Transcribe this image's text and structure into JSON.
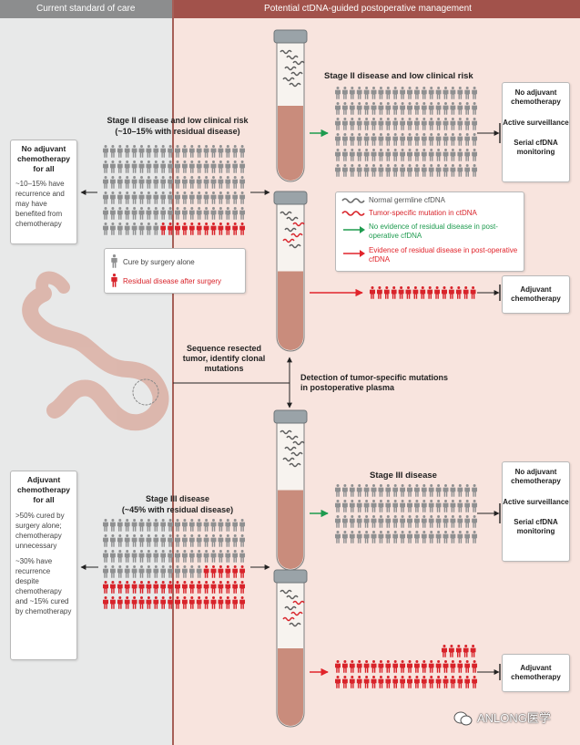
{
  "header": {
    "left": "Current standard of care",
    "right": "Potential ctDNA-guided postoperative management"
  },
  "left": {
    "stage2_title": "Stage II disease and low clinical risk",
    "stage2_sub": "(~10–15% with residual disease)",
    "stage3_title": "Stage III disease",
    "stage3_sub": "(~45% with residual disease)",
    "box1": {
      "title": "No adjuvant chemotherapy for all",
      "body": "~10–15% have recurrence and may have benefited from chemotherapy"
    },
    "box2": {
      "title": "Adjuvant chemotherapy for all",
      "body1": ">50% cured by surgery alone; chemotherapy unnecessary",
      "body2": "~30% have recurrence despite chemotherapy and ~15% cured by chemotherapy"
    },
    "legend": {
      "gray": "Cure by surgery alone",
      "red": "Residual disease after surgery"
    },
    "sequence_label": "Sequence resected tumor, identify clonal mutations"
  },
  "right": {
    "stage2_title": "Stage II disease and low clinical risk",
    "stage3_title": "Stage III disease",
    "detection_label": "Detection of tumor-specific mutations in postoperative plasma",
    "legend": {
      "normal": "Normal germline cfDNA",
      "tumor": "Tumor-specific mutation in ctDNA",
      "no_evidence": "No evidence of residual disease in post-operative cfDNA",
      "evidence": "Evidence of residual disease in post-operative cfDNA"
    },
    "options": {
      "none": "No adjuvant chemotherapy",
      "surveillance": "Active surveillance",
      "serial": "Serial cfDNA monitoring",
      "adjuvant": "Adjuvant chemotherapy"
    }
  },
  "watermark": "ANLONG医学",
  "colors": {
    "gray_person": "#8f9091",
    "red_person": "#d8232a",
    "green_arrow": "#1e9b4f",
    "red_arrow": "#e1242b",
    "left_bg": "#e8e9e9",
    "right_bg": "#f8e4de",
    "left_header": "#8c8d8e",
    "right_header": "#a2524b",
    "plasma": "#c98c7c"
  },
  "icons": [
    "person-icon",
    "blood-tube-icon",
    "colon-icon",
    "arrow-icon",
    "wechat-icon"
  ]
}
